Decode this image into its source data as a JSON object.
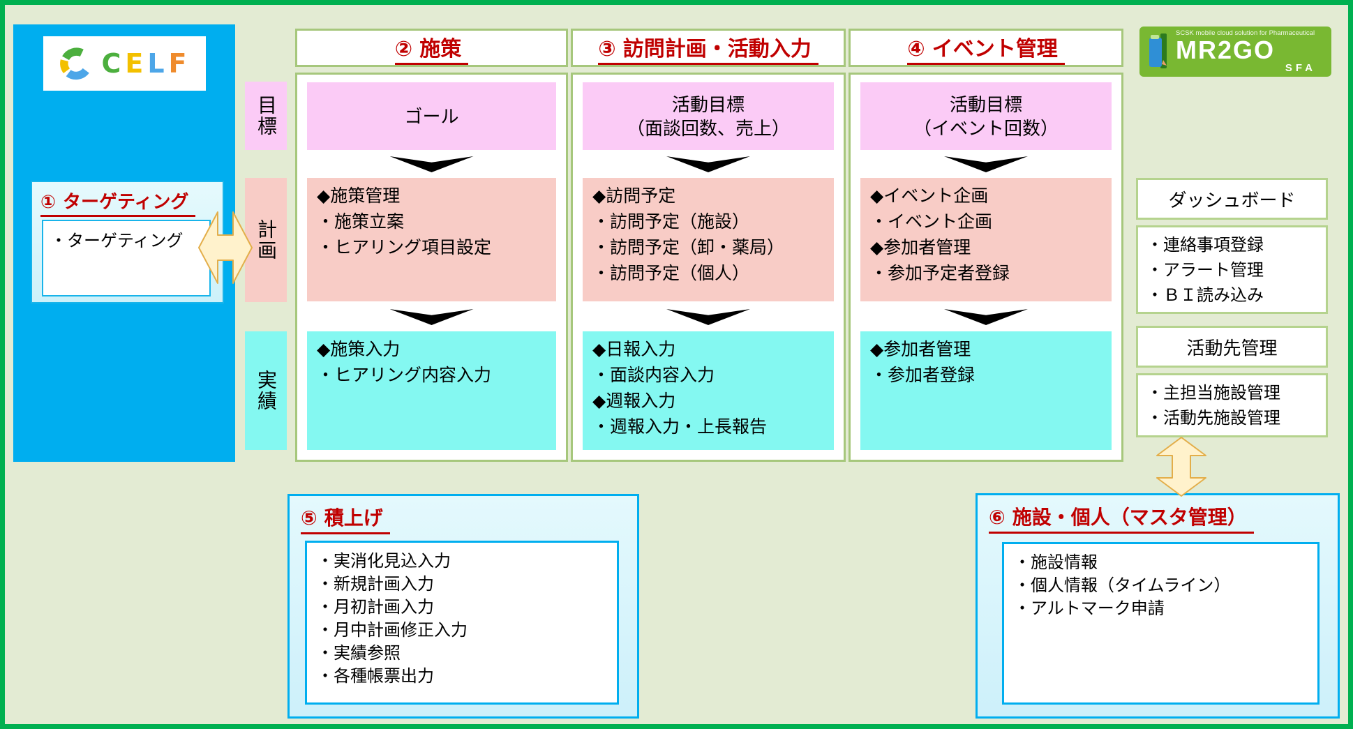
{
  "colors": {
    "page_bg": "#e3ebd3",
    "frame_green": "#00b050",
    "panel_blue": "#00aeef",
    "accent_red": "#c00000",
    "goal_pink": "#fbcbf6",
    "plan_salmon": "#f8ccc6",
    "result_cyan": "#84f8f1",
    "column_border_green": "#a6c77c",
    "side_border_green": "#b5d38e",
    "box_cyan_bg": "#d9f5fc",
    "box_border_blue": "#00aeef",
    "arrow_yellow": "#fff2cc",
    "arrow_yellow_border": "#e3ae4a",
    "brand_green": "#79b832",
    "celf_c": "#4caf3e",
    "celf_e": "#f3c000",
    "celf_l": "#4da6e8",
    "celf_f": "#ef8b2c"
  },
  "left_panel": {
    "logo_letters": [
      "C",
      "E",
      "L",
      "F"
    ],
    "targeting": {
      "number": "①",
      "title": "ターゲティング",
      "items": [
        "・ターゲティング"
      ]
    }
  },
  "rows": [
    {
      "label": "目標"
    },
    {
      "label": "計画"
    },
    {
      "label": "実績"
    }
  ],
  "columns": [
    {
      "number": "②",
      "title": "施策",
      "goal": [
        "ゴール"
      ],
      "plan": [
        "◆施策管理",
        "・施策立案",
        "・ヒアリング項目設定"
      ],
      "result": [
        "◆施策入力",
        "・ヒアリング内容入力"
      ]
    },
    {
      "number": "③",
      "title": "訪問計画・活動入力",
      "goal": [
        "活動目標",
        "（面談回数、売上）"
      ],
      "plan": [
        "◆訪問予定",
        "・訪問予定（施設）",
        "・訪問予定（卸・薬局）",
        "・訪問予定（個人）"
      ],
      "result": [
        "◆日報入力",
        "・面談内容入力",
        "◆週報入力",
        "・週報入力・上長報告"
      ]
    },
    {
      "number": "④",
      "title": "イベント管理",
      "goal": [
        "活動目標",
        "（イベント回数）"
      ],
      "plan": [
        "◆イベント企画",
        "・イベント企画",
        "◆参加者管理",
        "・参加予定者登録"
      ],
      "result": [
        "◆参加者管理",
        "・参加者登録"
      ]
    }
  ],
  "brand": {
    "tagline": "SCSK mobile cloud solution for Pharmaceutical",
    "name": "MR2GO",
    "sub": "SFA"
  },
  "right_panel": {
    "dashboard": {
      "title": "ダッシュボード",
      "items": [
        "・連絡事項登録",
        "・アラート管理",
        "・ＢＩ読み込み"
      ]
    },
    "activity": {
      "title": "活動先管理",
      "items": [
        "・主担当施設管理",
        "・活動先施設管理"
      ]
    }
  },
  "bottom_left": {
    "number": "⑤",
    "title": "積上げ",
    "items": [
      "・実消化見込入力",
      "・新規計画入力",
      "・月初計画入力",
      "・月中計画修正入力",
      "・実績参照",
      "・各種帳票出力"
    ]
  },
  "bottom_right": {
    "number": "⑥",
    "title": "施設・個人（マスタ管理）",
    "items": [
      "・施設情報",
      "・個人情報（タイムライン）",
      "・アルトマーク申請"
    ]
  }
}
